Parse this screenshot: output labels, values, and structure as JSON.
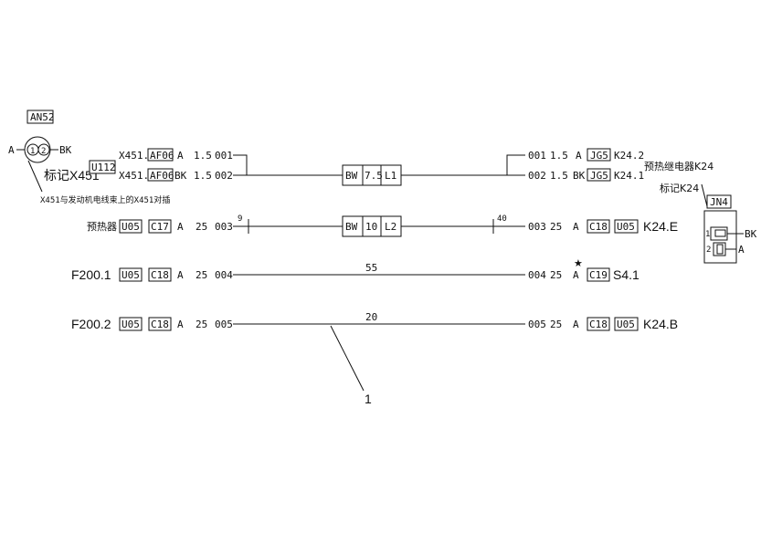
{
  "connector_left": {
    "tag": "AN52",
    "pin1": "1",
    "pin2": "2",
    "wire_left": "A",
    "wire_right": "BK",
    "label": "标记X451",
    "harness": "U112",
    "note": "X451与发动机电线束上的X451对插"
  },
  "relay_right": {
    "title": "预热继电器K24",
    "label": "标记K24",
    "tag": "JN4",
    "pin1": "1",
    "pin2": "2",
    "wire_top": "BK",
    "wire_bottom": "A"
  },
  "rows": [
    {
      "left": {
        "name": "X451.1",
        "box1": "AF06",
        "color": "A",
        "size": "1.5",
        "num": "001"
      },
      "right": {
        "num": "001",
        "size": "1.5",
        "color": "A",
        "box1": "JG5",
        "name": "K24.2"
      }
    },
    {
      "left": {
        "name": "X451.2",
        "box1": "AF06",
        "color": "BK",
        "size": "1.5",
        "num": "002"
      },
      "mid": [
        "BW",
        "7.5",
        "L1"
      ],
      "right": {
        "num": "002",
        "size": "1.5",
        "color": "BK",
        "box1": "JG5",
        "name": "K24.1"
      }
    },
    {
      "left": {
        "name": "预热器",
        "box1": "U05",
        "box2": "C17",
        "color": "A",
        "size": "25",
        "num": "003"
      },
      "mid": [
        "BW",
        "10",
        "L2"
      ],
      "tick_left": "9",
      "tick_right": "40",
      "right": {
        "num": "003",
        "size": "25",
        "color": "A",
        "box1": "C18",
        "box2": "U05",
        "name": "K24.E"
      }
    },
    {
      "left": {
        "name": "F200.1",
        "box1": "U05",
        "box2": "C18",
        "color": "A",
        "size": "25",
        "num": "004"
      },
      "length": "55",
      "star": "★",
      "right": {
        "num": "004",
        "size": "25",
        "color": "A",
        "box1": "C19",
        "name": "S4.1"
      }
    },
    {
      "left": {
        "name": "F200.2",
        "box1": "U05",
        "box2": "C18",
        "color": "A",
        "size": "25",
        "num": "005"
      },
      "length": "20",
      "right": {
        "num": "005",
        "size": "25",
        "color": "A",
        "box1": "C18",
        "box2": "U05",
        "name": "K24.B"
      }
    }
  ],
  "callout": "1"
}
